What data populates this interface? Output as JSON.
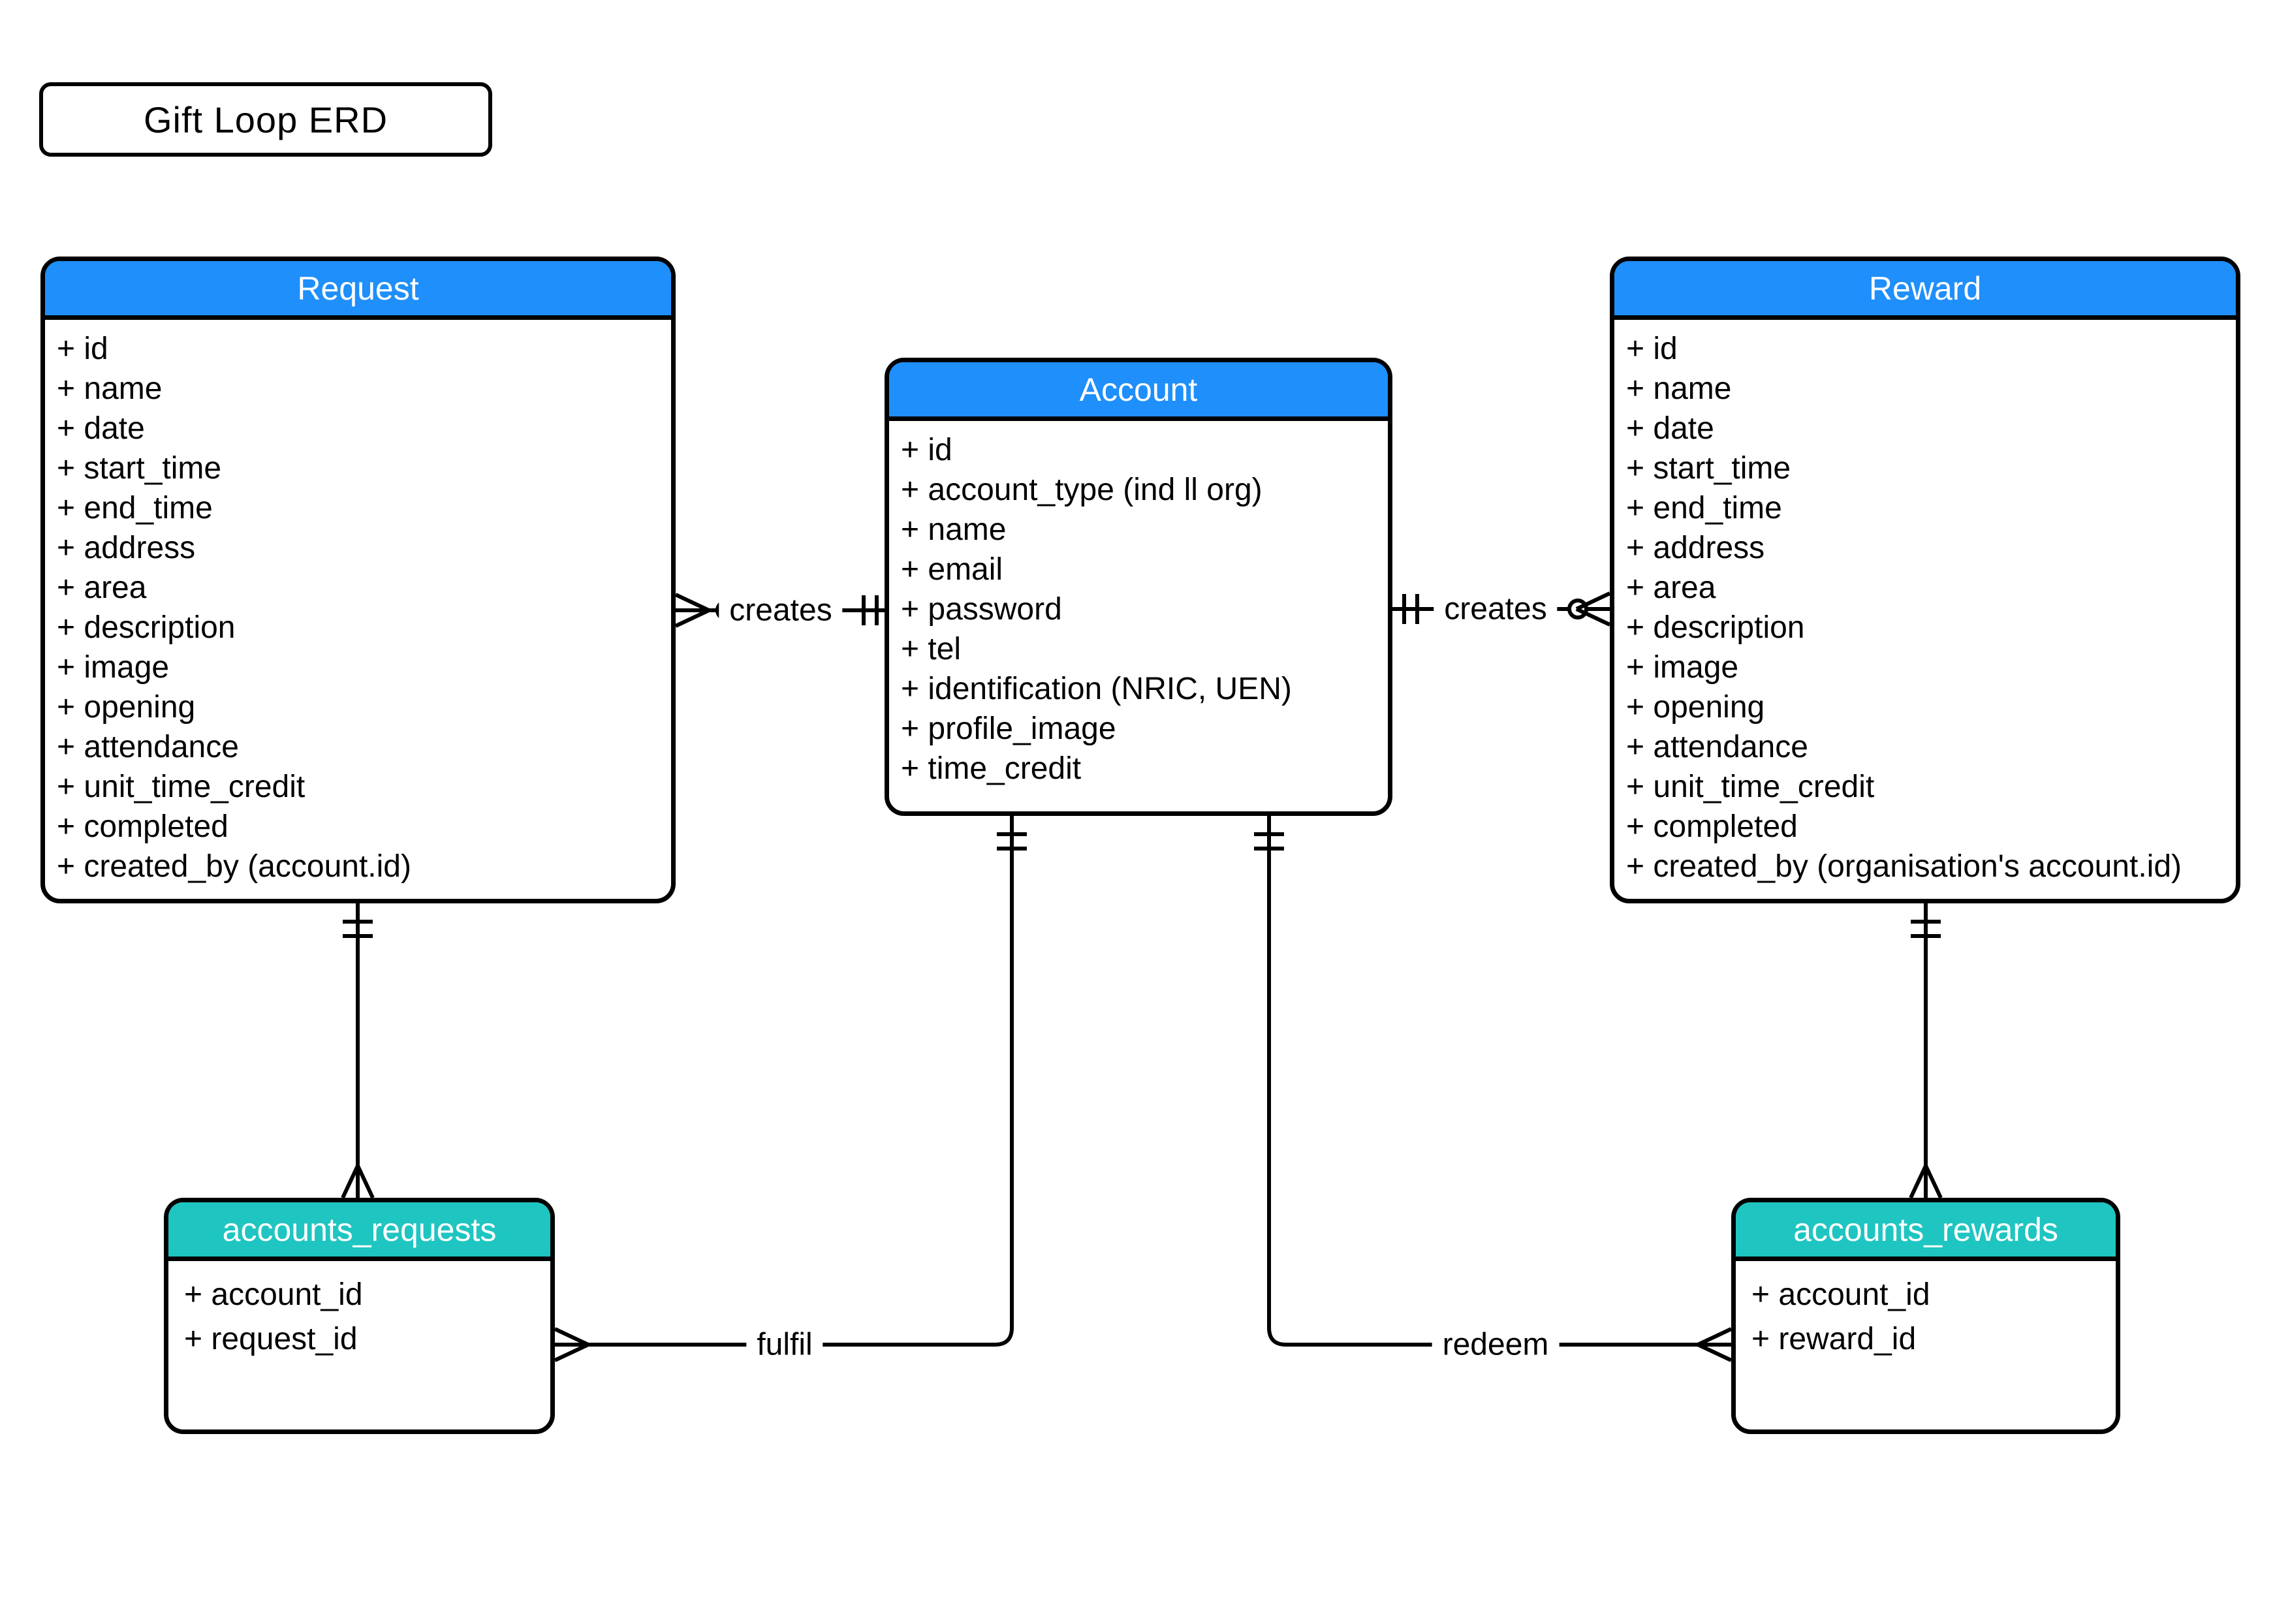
{
  "diagram_title": "Gift Loop ERD",
  "colors": {
    "entity_header_blue": "#1E8FFB",
    "join_header_teal": "#1FC5C1",
    "line_black": "#000000",
    "background": "#FFFFFF"
  },
  "entities": {
    "request": {
      "title": "Request",
      "fields": [
        "+ id",
        "+ name",
        "+ date",
        "+ start_time",
        "+ end_time",
        "+ address",
        "+ area",
        "+ description",
        "+ image",
        "+ opening",
        "+ attendance",
        "+ unit_time_credit",
        "+ completed",
        "+ created_by (account.id)"
      ]
    },
    "account": {
      "title": "Account",
      "fields": [
        "+ id",
        "+ account_type (ind ll org)",
        "+ name",
        "+ email",
        "+ password",
        "+ tel",
        "+ identification (NRIC, UEN)",
        "+ profile_image",
        "+ time_credit"
      ]
    },
    "reward": {
      "title": "Reward",
      "fields": [
        "+ id",
        "+ name",
        "+ date",
        "+ start_time",
        "+ end_time",
        "+ address",
        "+ area",
        "+ description",
        "+ image",
        "+ opening",
        "+ attendance",
        "+ unit_time_credit",
        "+ completed",
        "+ created_by (organisation's account.id)"
      ]
    },
    "accounts_requests": {
      "title": "accounts_requests",
      "fields": [
        "+ account_id",
        "+ request_id"
      ]
    },
    "accounts_rewards": {
      "title": "accounts_rewards",
      "fields": [
        "+ account_id",
        "+ reward_id"
      ]
    }
  },
  "relationships": [
    {
      "label": "creates",
      "from": "Account",
      "to": "Request",
      "from_notation": "one-and-only-one",
      "to_notation": "zero-or-many"
    },
    {
      "label": "creates",
      "from": "Account",
      "to": "Reward",
      "from_notation": "one-and-only-one",
      "to_notation": "zero-or-many"
    },
    {
      "label": "fulfil",
      "from": "Account",
      "to": "accounts_requests",
      "from_notation": "one-and-only-one",
      "to_notation": "many"
    },
    {
      "label": "redeem",
      "from": "Account",
      "to": "accounts_rewards",
      "from_notation": "one-and-only-one",
      "to_notation": "many"
    },
    {
      "label": "",
      "from": "Request",
      "to": "accounts_requests",
      "from_notation": "one-and-only-one",
      "to_notation": "many"
    },
    {
      "label": "",
      "from": "Reward",
      "to": "accounts_rewards",
      "from_notation": "one-and-only-one",
      "to_notation": "many"
    }
  ]
}
